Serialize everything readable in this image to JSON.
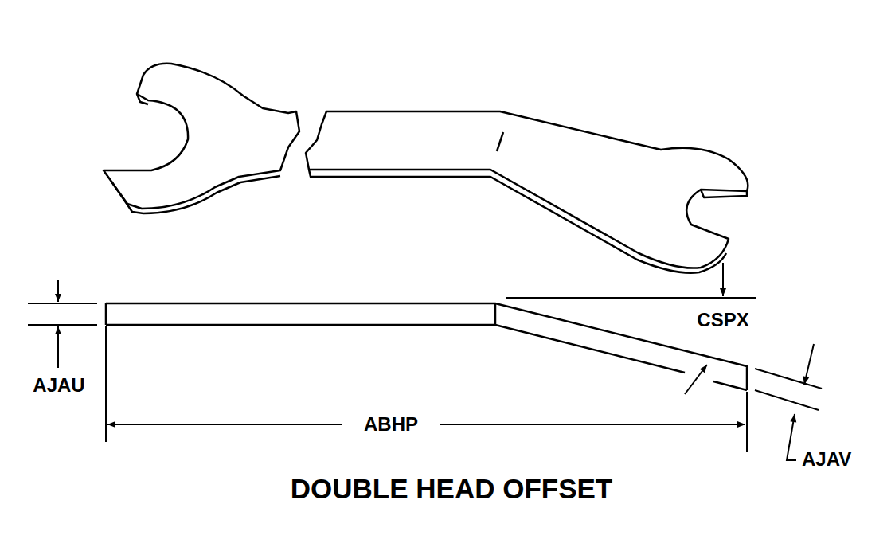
{
  "diagram": {
    "caption": "DOUBLE HEAD OFFSET",
    "labels": [
      "AJAU",
      "ABHP",
      "CSPX",
      "AJAV"
    ]
  }
}
